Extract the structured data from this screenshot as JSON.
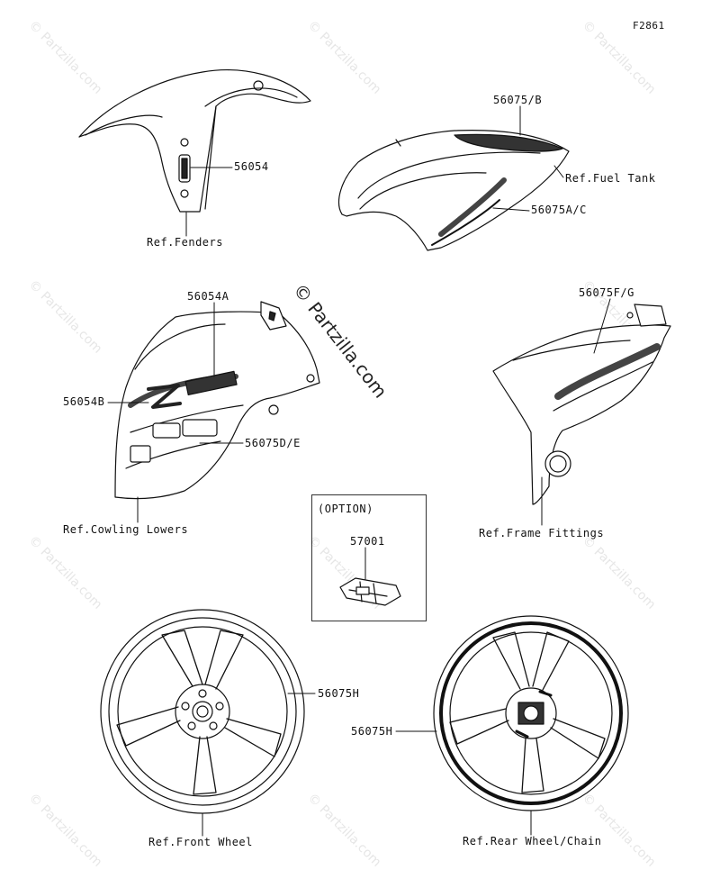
{
  "figure_code": "F2861",
  "watermark": "© Partzilla.com",
  "watermark_small": "© Partzilla.com",
  "option_label": "(OPTION)",
  "parts": {
    "p56054": "56054",
    "p56075b": "56075/B",
    "p56075ac": "56075A/C",
    "p56054a": "56054A",
    "p56054b": "56054B",
    "p56075de": "56075D/E",
    "p56075fg": "56075F/G",
    "p57001": "57001",
    "p56075h_front": "56075H",
    "p56075h_rear": "56075H"
  },
  "refs": {
    "fenders": "Ref.Fenders",
    "fuel_tank": "Ref.Fuel Tank",
    "cowling_lowers": "Ref.Cowling Lowers",
    "frame_fittings": "Ref.Frame Fittings",
    "front_wheel": "Ref.Front Wheel",
    "rear_wheel": "Ref.Rear Wheel/Chain"
  }
}
